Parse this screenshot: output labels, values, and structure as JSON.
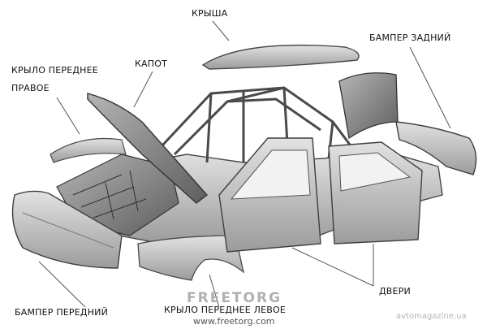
{
  "labels": {
    "roof": "КРЫША",
    "rear_bumper": "БАМПЕР ЗАДНИЙ",
    "front_right_fender_line1": "КРЫЛО ПЕРЕДНЕЕ",
    "front_right_fender_line2": "ПРАВОЕ",
    "hood": "КАПОТ",
    "doors": "ДВЕРИ",
    "front_bumper": "БАМПЕР ПЕРЕДНИЙ",
    "front_left_fender": "КРЫЛО ПЕРЕДНЕЕ ЛЕВОЕ"
  },
  "watermarks": {
    "brand": "FREETORG",
    "site": "www.freetorg.com",
    "corner": "avtomagazine.ua"
  },
  "colors": {
    "ink": "#111111",
    "panel": "#c9c9c9",
    "panel_dark": "#8a8a8a",
    "frame": "#4a4a4a",
    "watermark": "#9a9a9a"
  }
}
